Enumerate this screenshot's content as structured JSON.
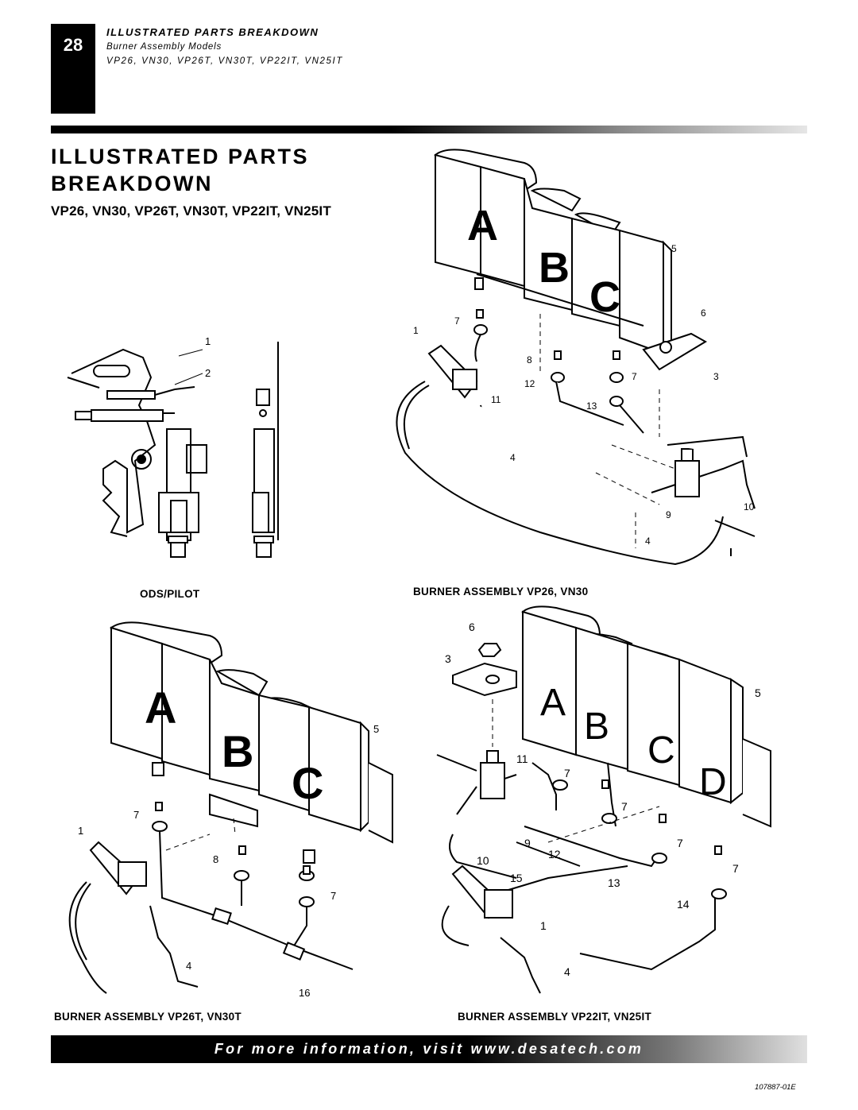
{
  "header": {
    "page_number": "28",
    "section": "ILLUSTRATED PARTS BREAKDOWN",
    "subsection": "Burner Assembly Models",
    "models_line": "VP26, VN30, VP26T, VN30T, VP22IT, VN25IT"
  },
  "title": "ILLUSTRATED PARTS BREAKDOWN",
  "models_heading": "VP26, VN30, VP26T, VN30T, VP22IT, VN25IT",
  "figures": {
    "ods_pilot": {
      "caption": "ODS/PILOT",
      "callouts": [
        "1",
        "2"
      ]
    },
    "vp26": {
      "caption": "BURNER ASSEMBLY VP26, VN30",
      "panel_letters": [
        "A",
        "B",
        "C"
      ],
      "callouts": [
        "5",
        "6",
        "7",
        "1",
        "8",
        "7",
        "3",
        "12",
        "11",
        "13",
        "4",
        "10",
        "9",
        "4"
      ]
    },
    "vp26t": {
      "caption": "BURNER ASSEMBLY VP26T, VN30T",
      "panel_letters": [
        "A",
        "B",
        "C"
      ],
      "callouts": [
        "5",
        "7",
        "1",
        "8",
        "7",
        "4",
        "16"
      ]
    },
    "vp22it": {
      "caption": "BURNER ASSEMBLY VP22IT, VN25IT",
      "panel_letters": [
        "A",
        "B",
        "C",
        "D"
      ],
      "callouts": [
        "6",
        "3",
        "5",
        "11",
        "7",
        "7",
        "9",
        "7",
        "10",
        "12",
        "7",
        "15",
        "13",
        "14",
        "1",
        "4"
      ]
    }
  },
  "footer": {
    "text": "For more information, visit www.desatech.com",
    "doc_number": "107887-01E"
  }
}
